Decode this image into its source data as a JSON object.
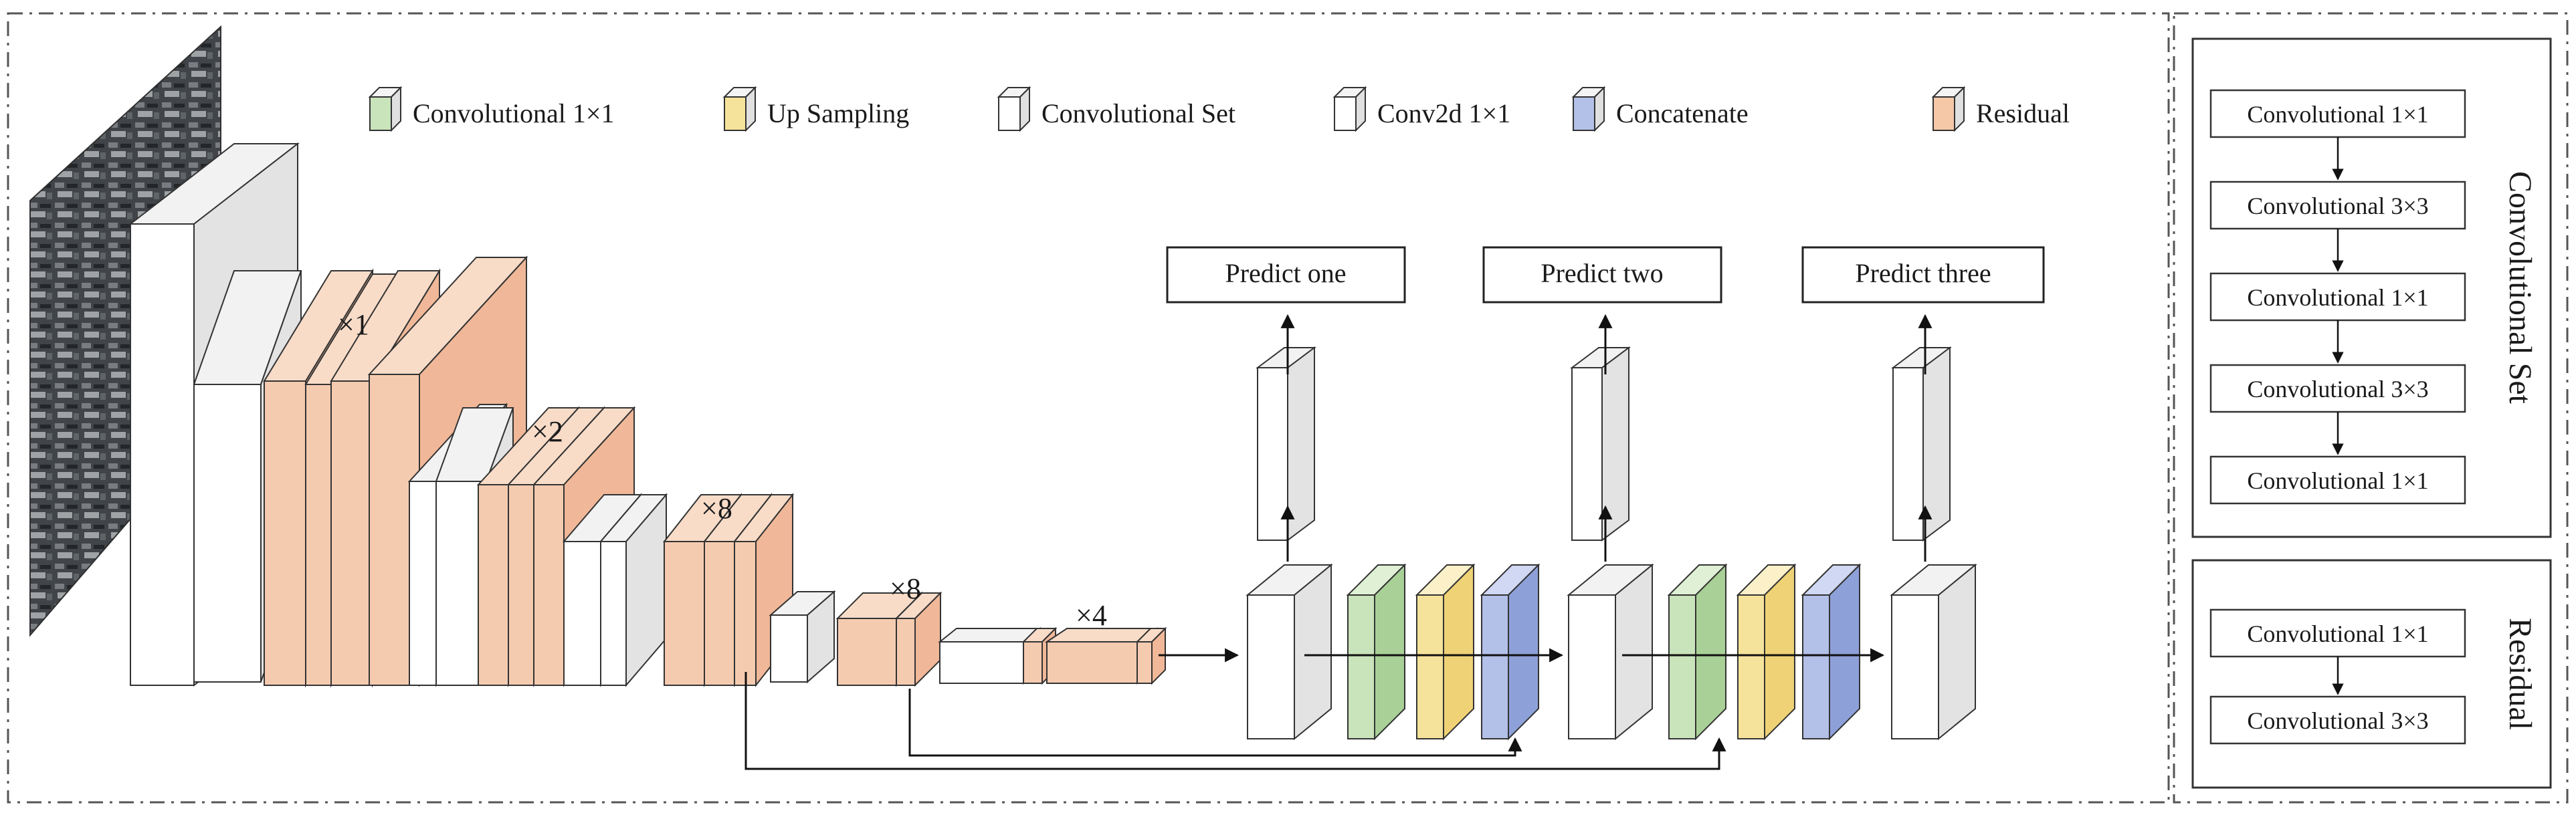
{
  "legend": [
    {
      "key": "conv1x1",
      "label": "Convolutional 1×1",
      "color": "#c9e3bb"
    },
    {
      "key": "upsample",
      "label": "Up Sampling",
      "color": "#f6e39b"
    },
    {
      "key": "convset",
      "label": "Convolutional Set",
      "color": "#ffffff"
    },
    {
      "key": "conv2d",
      "label": "Conv2d 1×1",
      "color": "#ffffff"
    },
    {
      "key": "concat",
      "label": "Concatenate",
      "color": "#b3c0e8"
    },
    {
      "key": "residual",
      "label": "Residual",
      "color": "#f5c8a8"
    }
  ],
  "colors": {
    "residual_front": "#f5cbb0",
    "residual_side": "#f0b898",
    "residual_top": "#f8dcc8",
    "white_front": "#ffffff",
    "white_side": "#e3e3e3",
    "white_top": "#f2f2f2",
    "conv1x1_front": "#c9e3bb",
    "conv1x1_side": "#a9d097",
    "upsample_front": "#f6e39b",
    "upsample_side": "#efd276",
    "concat_front": "#b3c0e8",
    "concat_side": "#8ea0d8",
    "stroke": "#333333",
    "dash": "#555555"
  },
  "multipliers": {
    "m1": "×1",
    "m2": "×2",
    "m8a": "×8",
    "m8b": "×8",
    "m4": "×4"
  },
  "predict": {
    "one": "Predict one",
    "two": "Predict two",
    "three": "Predict three"
  },
  "conv_set": {
    "title": "Convolutional Set",
    "items": [
      "Convolutional  1×1",
      "Convolutional  3×3",
      "Convolutional  1×1",
      "Convolutional  3×3",
      "Convolutional  1×1"
    ]
  },
  "residual_panel": {
    "title": "Residual",
    "items": [
      "Convolutional  1×1",
      "Convolutional  3×3"
    ]
  }
}
